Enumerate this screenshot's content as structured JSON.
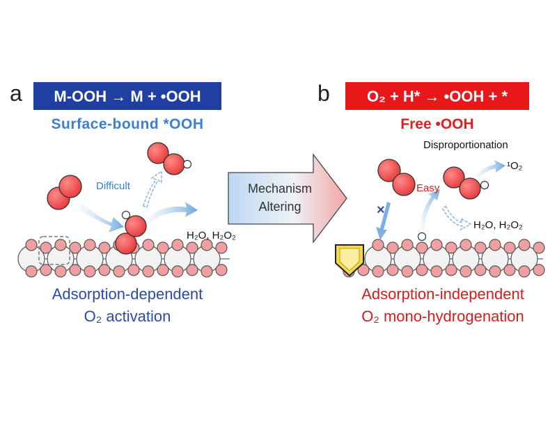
{
  "panel_a": {
    "label": "a",
    "equation": "M-OOH → M + •OOH",
    "subtitle": "Surface-bound *OOH",
    "difficult": "Difficult",
    "products": "H₂O, H₂O₂",
    "caption_line1": "Adsorption-dependent",
    "caption_line2": "O₂ activation"
  },
  "panel_b": {
    "label": "b",
    "equation": "O₂ + H* → •OOH + *",
    "subtitle": "Free •OOH",
    "easy": "Easy",
    "disproportionation": "Disproportionation",
    "singlet_oxygen": "¹O₂",
    "products": "H₂O, H₂O₂",
    "caption_line1": "Adsorption-independent",
    "caption_line2": "O₂ mono-hydrogenation"
  },
  "center_arrow": {
    "line1": "Mechanism",
    "line2": "Altering"
  },
  "colors": {
    "blue_banner": "#1f3fa3",
    "red_banner": "#e8171a",
    "oxygen": "#ef4a4a",
    "lattice_pink": "#f0a0a0",
    "lattice_white": "#f2f2f2"
  }
}
